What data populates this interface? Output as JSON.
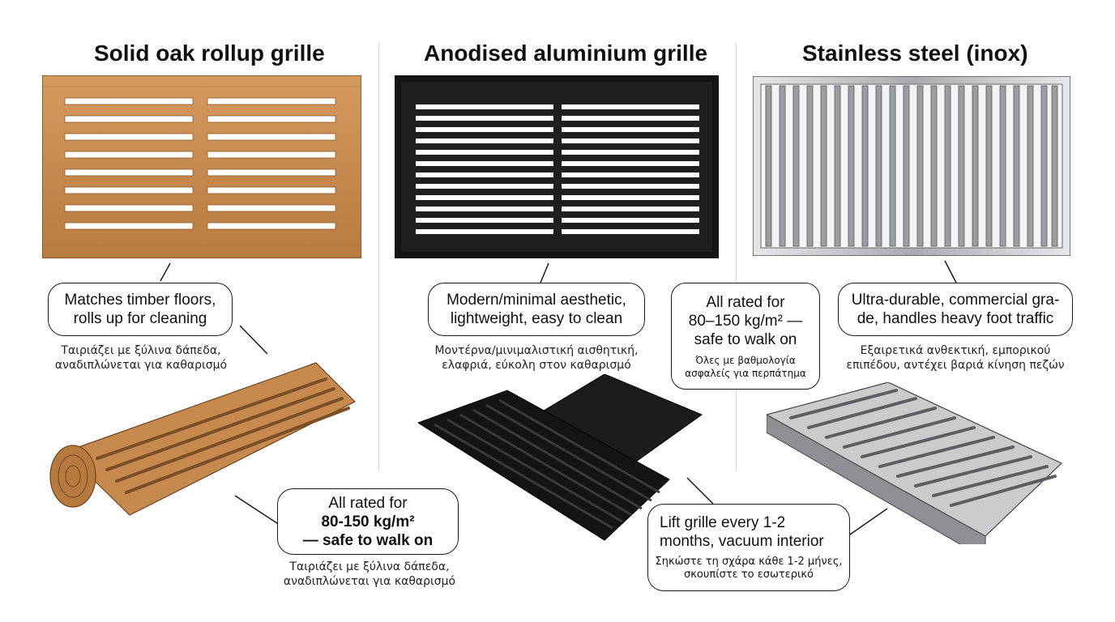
{
  "columns": [
    {
      "title": "Solid oak rollup grille",
      "bubble": [
        "Matches timber floors,",
        "rolls up for cleaning"
      ],
      "greek": [
        "Ταιριάζει με ξύλινα δάπεδα,",
        "αναδιπλώνεται για καθαρισμό"
      ]
    },
    {
      "title": "Anodised aluminium grille",
      "bubble": [
        "Modern/minimal aesthetic,",
        "lightweight, easy to clean"
      ],
      "greek": [
        "Μοντέρνα/μινιμαλιστική αισθητική,",
        "ελαφριά, εύκολη στον καθαρισμό"
      ]
    },
    {
      "title": "Stainless steel (inox)",
      "bubble": [
        "Ultra-durable, commercial gra-",
        "de, handles heavy foot traffic"
      ],
      "greek": [
        "Εξαιρετικά ανθεκτική, εμπορικού",
        "επιπέδου, αντέχει βαριά κίνηση πεζών"
      ]
    }
  ],
  "rating_center": {
    "lines": [
      "All rated for",
      "80–150 kg/m² —",
      "safe to walk on"
    ],
    "greek": [
      "Όλες με βαθμολογία",
      "ασφαλείς για περπάτημα"
    ]
  },
  "rating_left": {
    "line1": "All rated for",
    "line2": "80-150 kg/m²",
    "line3": "— safe to walk on",
    "greek": [
      "Ταιριάζει με ξύλινα δάπεδα,",
      "αναδιπλώνεται για καθαρισμό"
    ]
  },
  "maintenance": {
    "lines": [
      "Lift grille every 1-2",
      "months, vacuum interior"
    ],
    "greek": [
      "Σηκώστε τη σχάρα κάθε 1-2 μήνες,",
      "σκουπίστε το εσωτερικό"
    ]
  },
  "colors": {
    "oak": "#c68a4e",
    "oak_dark": "#8a5a2b",
    "aluminium": "#141414",
    "steel": "#a9abae",
    "steel_dark": "#6b6d70"
  }
}
